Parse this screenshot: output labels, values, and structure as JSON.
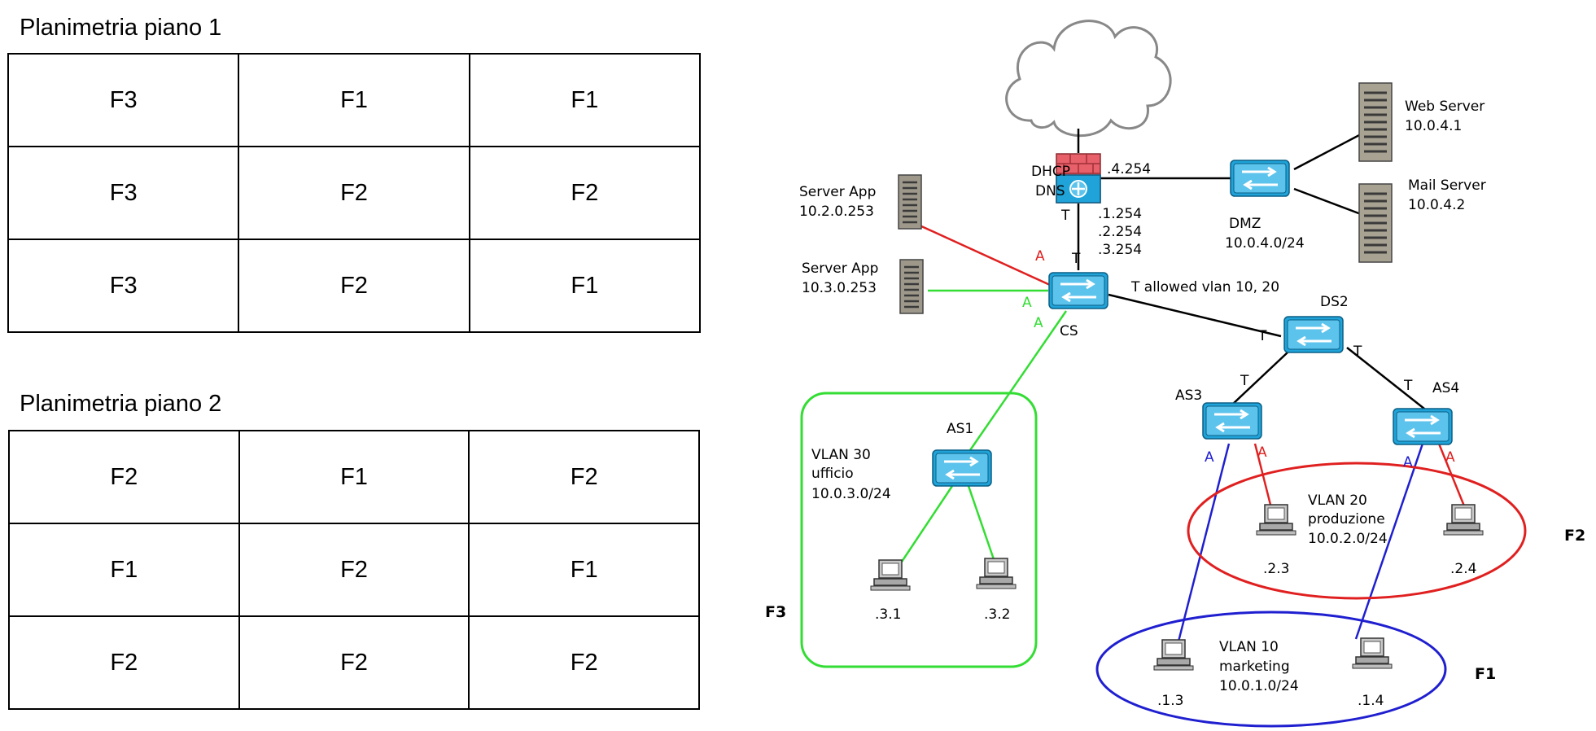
{
  "floor_plans": [
    {
      "title": "Planimetria piano 1",
      "rows": [
        [
          "F3",
          "F1",
          "F1"
        ],
        [
          "F3",
          "F2",
          "F2"
        ],
        [
          "F3",
          "F2",
          "F1"
        ]
      ]
    },
    {
      "title": "Planimetria piano 2",
      "rows": [
        [
          "F2",
          "F1",
          "F2"
        ],
        [
          "F1",
          "F2",
          "F1"
        ],
        [
          "F2",
          "F2",
          "F2"
        ]
      ]
    }
  ],
  "network": {
    "firewall": {
      "label_line1": "DHCP",
      "label_line2": "DNS"
    },
    "firewall_ips": {
      "dmz_side": ".4.254",
      "inside_1": ".1.254",
      "inside_2": ".2.254",
      "inside_3": ".3.254"
    },
    "servers": {
      "web": {
        "name": "Web Server",
        "ip": "10.0.4.1"
      },
      "mail": {
        "name": "Mail Server",
        "ip": "10.0.4.2"
      },
      "app1": {
        "name": "Server App",
        "ip": "10.2.0.253"
      },
      "app2": {
        "name": "Server App",
        "ip": "10.3.0.253"
      }
    },
    "switches": {
      "dmz": {
        "name": "DMZ",
        "subnet": "10.0.4.0/24"
      },
      "cs": {
        "name": "CS"
      },
      "ds2": {
        "name": "DS2"
      },
      "as1": {
        "name": "AS1"
      },
      "as3": {
        "name": "AS3"
      },
      "as4": {
        "name": "AS4"
      }
    },
    "trunk_note": "T allowed vlan 10, 20",
    "port_tags": {
      "trunk": "T",
      "access": "A"
    },
    "vlans": {
      "v30": {
        "line1": "VLAN 30",
        "line2": "ufficio",
        "line3": "10.0.3.0/24",
        "floor": "F3"
      },
      "v20": {
        "line1": "VLAN 20",
        "line2": "produzione",
        "line3": "10.0.2.0/24",
        "floor": "F2"
      },
      "v10": {
        "line1": "VLAN 10",
        "line2": "marketing",
        "line3": "10.0.1.0/24",
        "floor": "F1"
      }
    },
    "hosts": {
      "h31": ".3.1",
      "h32": ".3.2",
      "h23": ".2.3",
      "h24": ".2.4",
      "h13": ".1.3",
      "h14": ".1.4"
    },
    "colors": {
      "vlan10": "#1f1fd0",
      "vlan20": "#e02020",
      "vlan30": "#33dd33",
      "trunk": "#000000",
      "switch": "#1fa3d8",
      "firewall": "#e8606a",
      "server": "#a09a8a",
      "cloud": "#888888"
    }
  }
}
